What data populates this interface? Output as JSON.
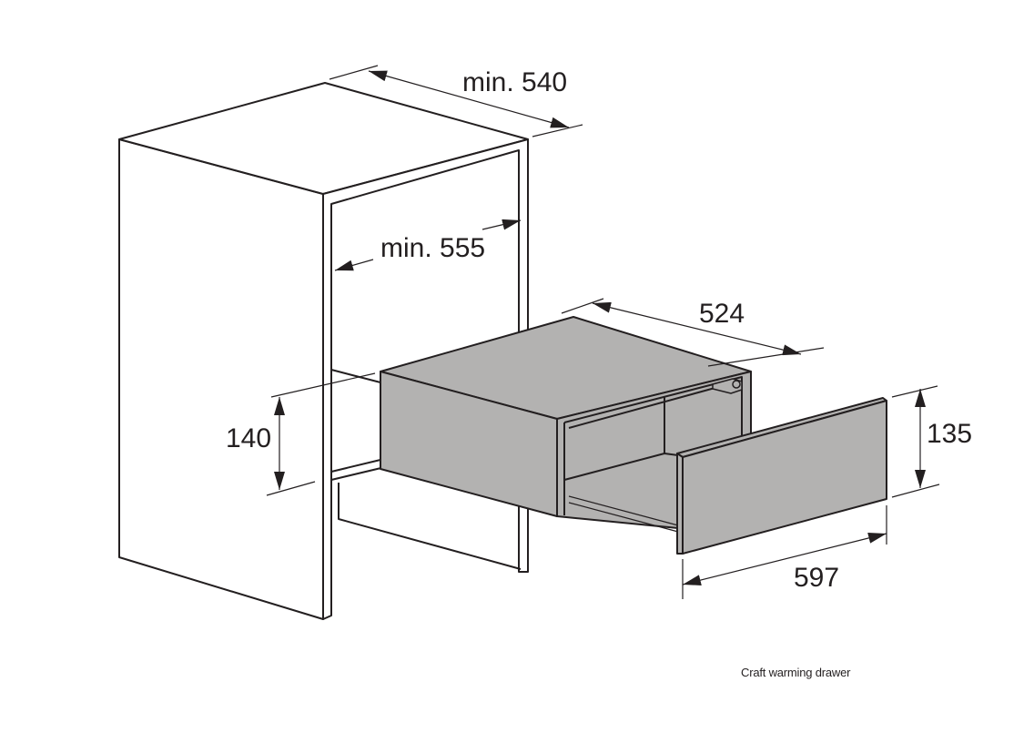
{
  "diagram": {
    "title": "Craft warming drawer",
    "dimensions": {
      "cabinet_depth": "min. 540",
      "cabinet_inner_width": "min. 555",
      "niche_height": "140",
      "drawer_depth": "524",
      "front_height": "135",
      "front_width": "597"
    },
    "colors": {
      "line": "#231f20",
      "appliance_fill": "#b3b2b1",
      "background": "#ffffff"
    }
  }
}
